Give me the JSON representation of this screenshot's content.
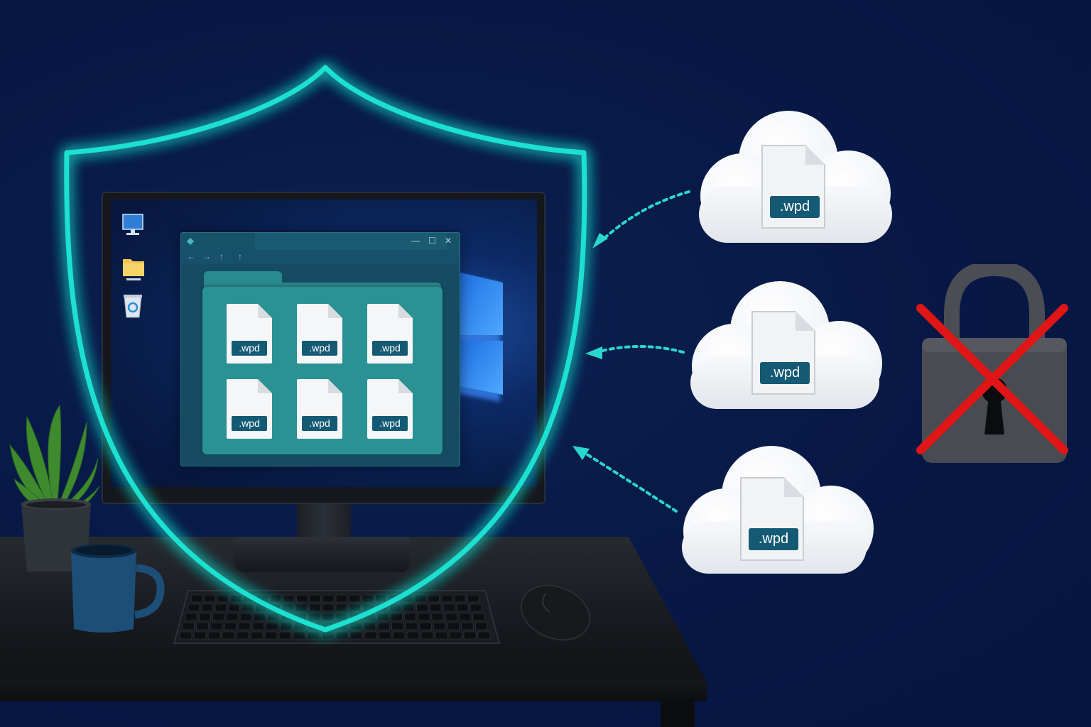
{
  "colors": {
    "background": "#081a48",
    "shield_glow": "#1ee0d0",
    "arrow": "#2ad6d0",
    "file_tag": "#155a74",
    "folder": "#2a9194",
    "cross": "#e01515",
    "lock": "#4a4d53"
  },
  "explorer": {
    "title_icon": "diamond-icon",
    "controls": {
      "minimize": "—",
      "maximize": "☐",
      "close": "✕"
    },
    "nav": {
      "back": "←",
      "forward": "→",
      "up": "↑",
      "refresh": "↑"
    }
  },
  "folder_files": [
    {
      "ext": ".wpd"
    },
    {
      "ext": ".wpd"
    },
    {
      "ext": ".wpd"
    },
    {
      "ext": ".wpd"
    },
    {
      "ext": ".wpd"
    },
    {
      "ext": ".wpd"
    }
  ],
  "cloud_files": [
    {
      "ext": ".wpd"
    },
    {
      "ext": ".wpd"
    },
    {
      "ext": ".wpd"
    }
  ],
  "desktop_icons": [
    "monitor-icon",
    "folder-icon",
    "recycle-bin-icon"
  ]
}
